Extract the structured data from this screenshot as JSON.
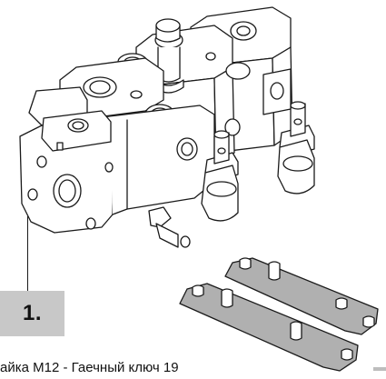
{
  "step": {
    "number_label": "1."
  },
  "caption": {
    "text": "айка M12 - Гаечный ключ 19"
  },
  "illustration": {
    "subject": "sectional-hydraulic-valve-with-two-mounting-brackets",
    "line_color": "#1a1a1a",
    "bracket_fill": "#b0b0b0"
  },
  "colors": {
    "step_box": "#c8c8c8",
    "text": "#111111"
  }
}
